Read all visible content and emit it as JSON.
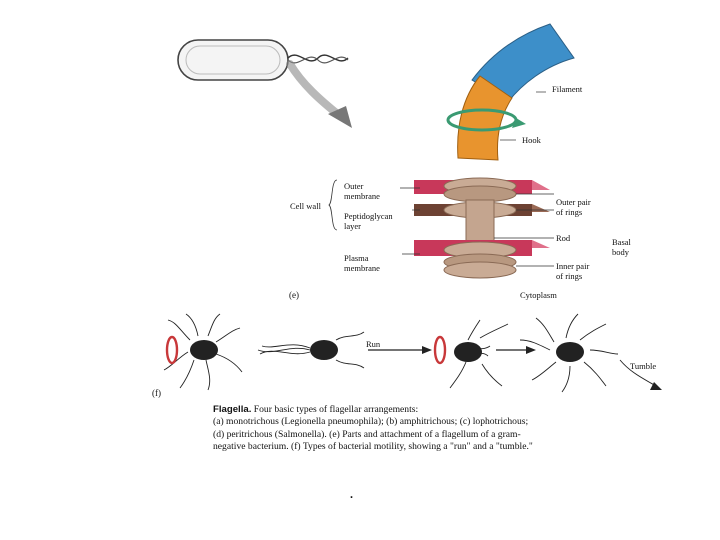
{
  "labels": {
    "filament": "Filament",
    "hook": "Hook",
    "cell_wall": "Cell wall",
    "outer_membrane": [
      "Outer",
      "membrane"
    ],
    "peptidoglycan": [
      "Peptidoglycan",
      "layer"
    ],
    "plasma_membrane": [
      "Plasma",
      "membrane"
    ],
    "outer_rings": [
      "Outer pair",
      "of rings"
    ],
    "rod": "Rod",
    "inner_rings": [
      "Inner pair",
      "of rings"
    ],
    "basal_body": [
      "Basal",
      "body"
    ],
    "cytoplasm": "Cytoplasm",
    "panel_e": "(e)",
    "panel_f": "(f)",
    "run": "Run",
    "tumble": "Tumble"
  },
  "caption": {
    "title": "Flagella.",
    "intro": "Four basic types of flagellar arrangements:",
    "lines": [
      "(a) monotrichous (Legionella pneumophila); (b) amphitrichous; (c) lophotrichous;",
      "(d) peritrichous (Salmonella). (e) Parts and attachment of a flagellum of a gram-",
      "negative bacterium. (f) Types of bacterial motility, showing a \"run\" and a \"tumble.\""
    ]
  },
  "footer_mark": "."
}
